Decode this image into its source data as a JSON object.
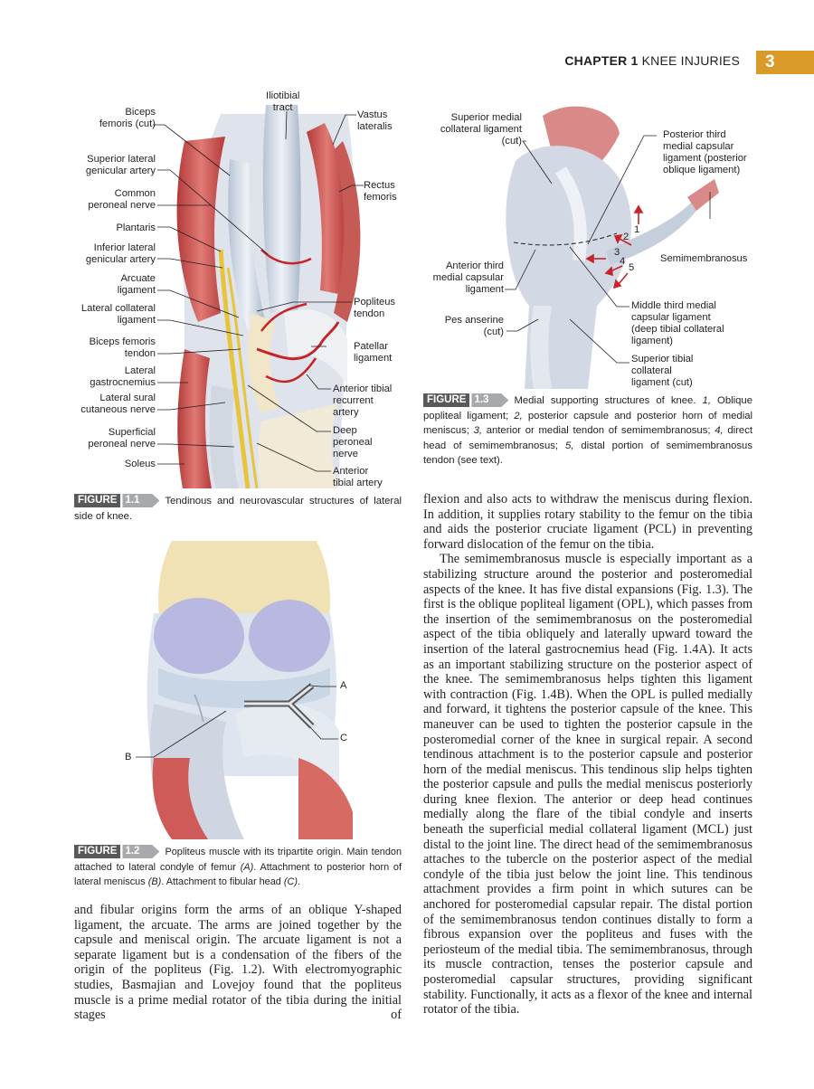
{
  "header": {
    "chapter": "CHAPTER 1",
    "title": "KNEE INJURIES",
    "page_number": "3",
    "tab_color": "#d99a27"
  },
  "figure_1_1": {
    "labels": {
      "iliotibial": "Iliotibial\ntract",
      "biceps_cut": "Biceps\nfemoris (cut)",
      "vastus": "Vastus\nlateralis",
      "sup_lat_gen": "Superior lateral\ngenicular artery",
      "rectus": "Rectus\nfemoris",
      "common_peroneal": "Common\nperoneal nerve",
      "plantaris": "Plantaris",
      "inf_lat_gen": "Inferior lateral\ngenicular artery",
      "arcuate": "Arcuate\nligament",
      "popliteus_tendon": "Popliteus\ntendon",
      "lat_collateral": "Lateral collateral\nligament",
      "biceps_tendon": "Biceps femoris\ntendon",
      "patellar": "Patellar\nligament",
      "lat_gastroc": "Lateral\ngastrocnemius",
      "ant_tib_recurrent": "Anterior tibial\nrecurrent\nartery",
      "lat_sural": "Lateral sural\ncutaneous nerve",
      "deep_peroneal": "Deep\nperoneal\nnerve",
      "sup_peroneal": "Superficial\nperoneal nerve",
      "soleus": "Soleus",
      "ant_tib_artery": "Anterior\ntibial artery"
    },
    "caption": {
      "tag": "FIGURE",
      "number": "1.1",
      "text": "Tendinous and neurovascular structures of lateral side of knee."
    }
  },
  "figure_1_2": {
    "labels": {
      "a": "A",
      "b": "B",
      "c": "C"
    },
    "caption": {
      "tag": "FIGURE",
      "number": "1.2",
      "text_1": "Popliteus muscle with its tripartite origin. Main tendon attached to lateral condyle of femur ",
      "a": "(A)",
      "text_2": ". Attachment to posterior horn of lateral meniscus ",
      "b": "(B)",
      "text_3": ". Attachment to fibular head ",
      "c": "(C)",
      "text_4": "."
    }
  },
  "figure_1_3": {
    "labels": {
      "sup_medial_cut": "Superior medial\ncollateral ligament\n(cut)",
      "post_third": "Posterior third\nmedial capsular\nligament (posterior\noblique ligament)",
      "semimembranosus": "Semimembranosus",
      "ant_third": "Anterior third\nmedial capsular\nligament",
      "middle_third": "Middle third medial\ncapsular ligament\n(deep tibial collateral\nligament)",
      "pes_anserine": "Pes anserine\n(cut)",
      "sup_tibial": "Superior tibial\ncollateral\nligament (cut)",
      "n1": "1",
      "n2": "2",
      "n3": "3",
      "n4": "4",
      "n5": "5"
    },
    "caption": {
      "tag": "FIGURE",
      "number": "1.3",
      "t0": "Medial supporting structures of knee. ",
      "n1": "1,",
      "t1": " Oblique popliteal ligament; ",
      "n2": "2,",
      "t2": " posterior capsule and posterior horn of medial meniscus; ",
      "n3": "3,",
      "t3": " anterior or medial tendon of semimembranosus; ",
      "n4": "4,",
      "t4": " direct head of semimembranosus; ",
      "n5": "5,",
      "t5": " distal portion of semimembranosus tendon (see text)."
    }
  },
  "body": {
    "left_column": "and fibular origins form the arms of an oblique Y-shaped ligament, the arcuate. The arms are joined together by the capsule and meniscal origin. The arcuate ligament is not a separate ligament but is a condensation of the fibers of the origin of the popliteus (Fig. 1.2). With electromyographic studies, Basmajian and Lovejoy found that the popliteus muscle is a prime medial rotator of the tibia during the initial stages of",
    "right_paragraph_1": "flexion and also acts to withdraw the meniscus during flexion. In addition, it supplies rotary stability to the femur on the tibia and aids the posterior cruciate ligament (PCL) in preventing forward dislocation of the femur on the tibia.",
    "right_paragraph_2": "The semimembranosus muscle is especially important as a stabilizing structure around the posterior and posteromedial aspects of the knee. It has five distal expansions (Fig. 1.3). The first is the oblique popliteal ligament (OPL), which passes from the insertion of the semimembranosus on the posteromedial aspect of the tibia obliquely and laterally upward toward the insertion of the lateral gastrocnemius head (Fig. 1.4A). It acts as an important stabilizing structure on the posterior aspect of the knee. The semimembranosus helps tighten this ligament with contraction (Fig. 1.4B). When the OPL is pulled medially and forward, it tightens the posterior capsule of the knee. This maneuver can be used to tighten the posterior capsule in the posteromedial corner of the knee in surgical repair. A second tendinous attachment is to the posterior capsule and posterior horn of the medial meniscus. This tendinous slip helps tighten the posterior capsule and pulls the medial meniscus posteriorly during knee flexion. The anterior or deep head continues medially along the flare of the tibial condyle and inserts beneath the superficial medial collateral ligament (MCL) just distal to the joint line. The direct head of the semimembranosus attaches to the tubercle on the posterior aspect of the medial condyle of the tibia just below the joint line. This tendinous attachment provides a firm point in which sutures can be anchored for posteromedial capsular repair. The distal portion of the semimembranosus tendon continues distally to form a fibrous expansion over the popliteus and fuses with the periosteum of the medial tibia. The semimembranosus, through its muscle contraction, tenses the posterior capsule and posteromedial capsular structures, providing significant stability. Functionally, it acts as a flexor of the knee and internal rotator of the tibia."
  }
}
